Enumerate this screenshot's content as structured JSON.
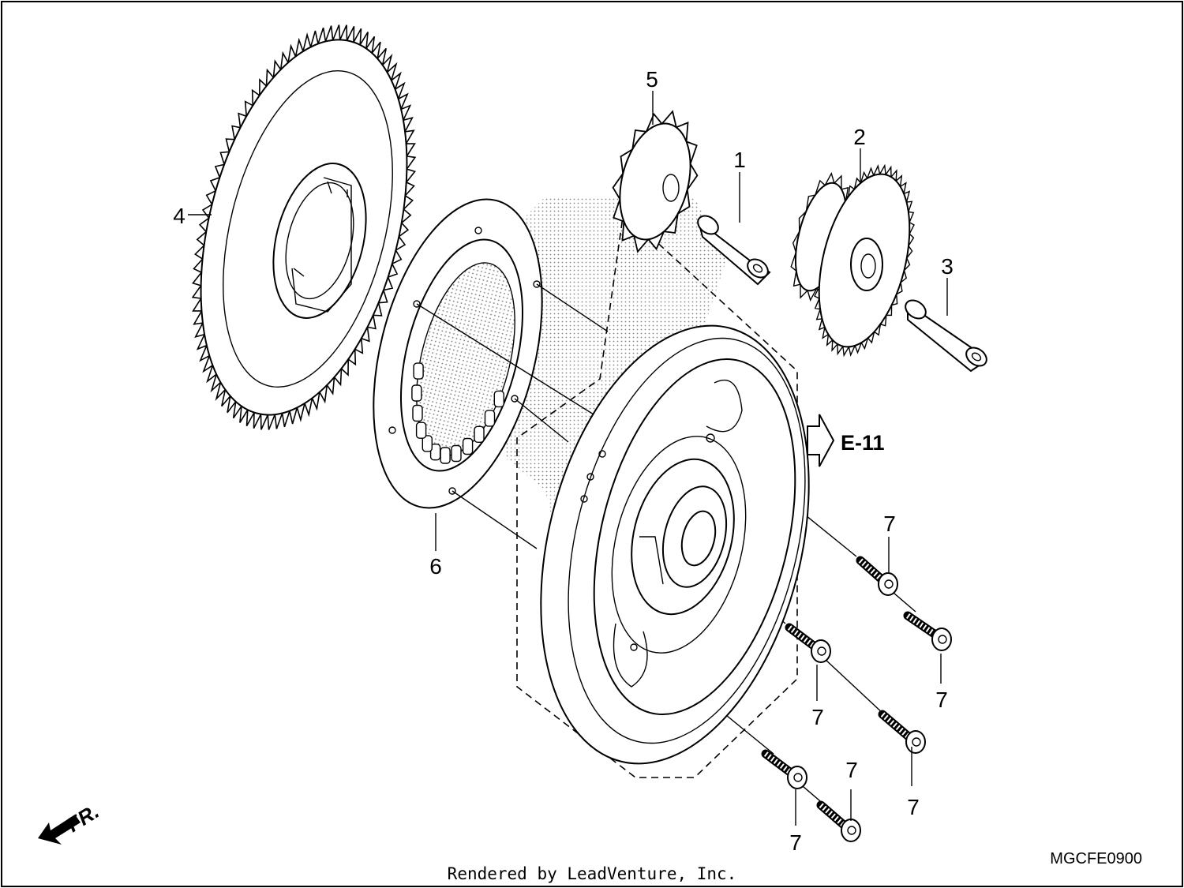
{
  "callouts": {
    "p1": "1",
    "p2": "2",
    "p3": "3",
    "p4": "4",
    "p5": "5",
    "p6": "6",
    "p7a": "7",
    "p7b": "7",
    "p7c": "7",
    "p7d": "7",
    "p7e": "7",
    "p7f": "7"
  },
  "reference": {
    "label": "E-11"
  },
  "orientation": {
    "label": "FR."
  },
  "diagram_code": "MGCFE0900",
  "credit": "Rendered by LeadVenture, Inc."
}
